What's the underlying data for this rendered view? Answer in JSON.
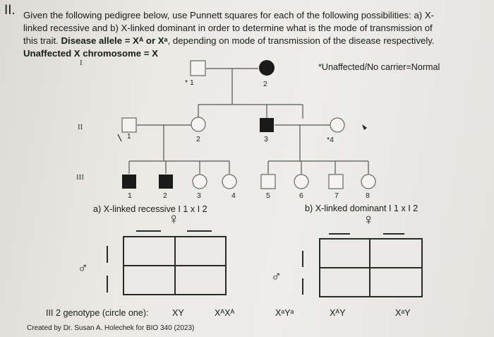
{
  "question": {
    "number": "II.",
    "line1": "Given the following pedigree below, use Punnett squares for each of the following possibilities: a) X-",
    "line2": "linked recessive and b) X-linked dominant in order to determine what is the mode of transmission of",
    "line3": "this trait.",
    "line3_bold": "Disease allele = Xᴬ or Xᵃ",
    "line3_rest": ", depending on mode of transmission of the disease respectively.",
    "line4": "Unaffected X chromosome = X"
  },
  "legend_note": "*Unaffected/No carrier=Normal",
  "generations": [
    "I",
    "II",
    "III"
  ],
  "gen1": {
    "label1": "* 1",
    "label2": "2"
  },
  "gen2": {
    "label1": "1",
    "label2": "2",
    "label3": "3",
    "label4": "*4"
  },
  "gen3": [
    "1",
    "2",
    "3",
    "4",
    "5",
    "6",
    "7",
    "8"
  ],
  "punnett_a": {
    "title": "a) X-linked recessive  I 1 x I 2",
    "female_symbol": "♀",
    "male_symbol": "♂"
  },
  "punnett_b": {
    "title": "b) X-linked dominant  I 1 x I 2",
    "female_symbol": "♀",
    "male_symbol": "♂"
  },
  "genotype_question": {
    "prompt": "III 2 genotype (circle one):",
    "options": [
      "XY",
      "XᴬXᴬ",
      "XᵃYᵃ",
      "XᴬY",
      "XᵃY"
    ]
  },
  "credit": "Created by Dr. Susan A. Holechek for BIO 340 (2023)"
}
